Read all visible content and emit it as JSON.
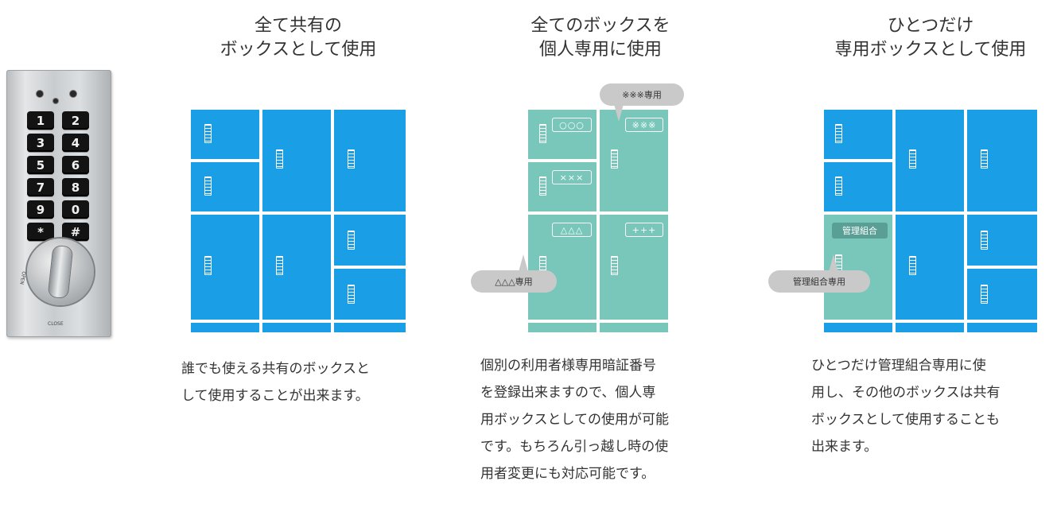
{
  "keypad": {
    "keys": [
      "1",
      "2",
      "3",
      "4",
      "5",
      "6",
      "7",
      "8",
      "9",
      "0",
      "*",
      "#"
    ],
    "open_label": "OPEN",
    "close_label": "CLOSE"
  },
  "panels": [
    {
      "title_lines": [
        "全て共有の",
        "ボックスとして使用"
      ],
      "description_lines": [
        "誰でも使える共有のボックスと",
        "して使用することが出来ます。"
      ]
    },
    {
      "title_lines": [
        "全てのボックスを",
        "個人専用に使用"
      ],
      "plates": [
        "○○○",
        "※※※",
        "×××",
        "△△△",
        "+++"
      ],
      "bubbles": [
        "※※※専用",
        "△△△専用"
      ],
      "description_lines": [
        "個別の利用者様専用暗証番号",
        "を登録出来ますので、個人専",
        "用ボックスとしての使用が可能",
        "です。もちろん引っ越し時の使",
        "用者変更にも対応可能です。"
      ]
    },
    {
      "title_lines": [
        "ひとつだけ",
        "専用ボックスとして使用"
      ],
      "plates": [
        "管理組合"
      ],
      "bubbles": [
        "管理組合専用"
      ],
      "description_lines": [
        "ひとつだけ管理組合専用に使",
        "用し、その他のボックスは共有",
        "ボックスとして使用することも",
        "出来ます。"
      ]
    }
  ],
  "colors": {
    "shared_box": "#1a9ee6",
    "private_box": "#79c7ba",
    "bubble": "#c9c9c9"
  }
}
